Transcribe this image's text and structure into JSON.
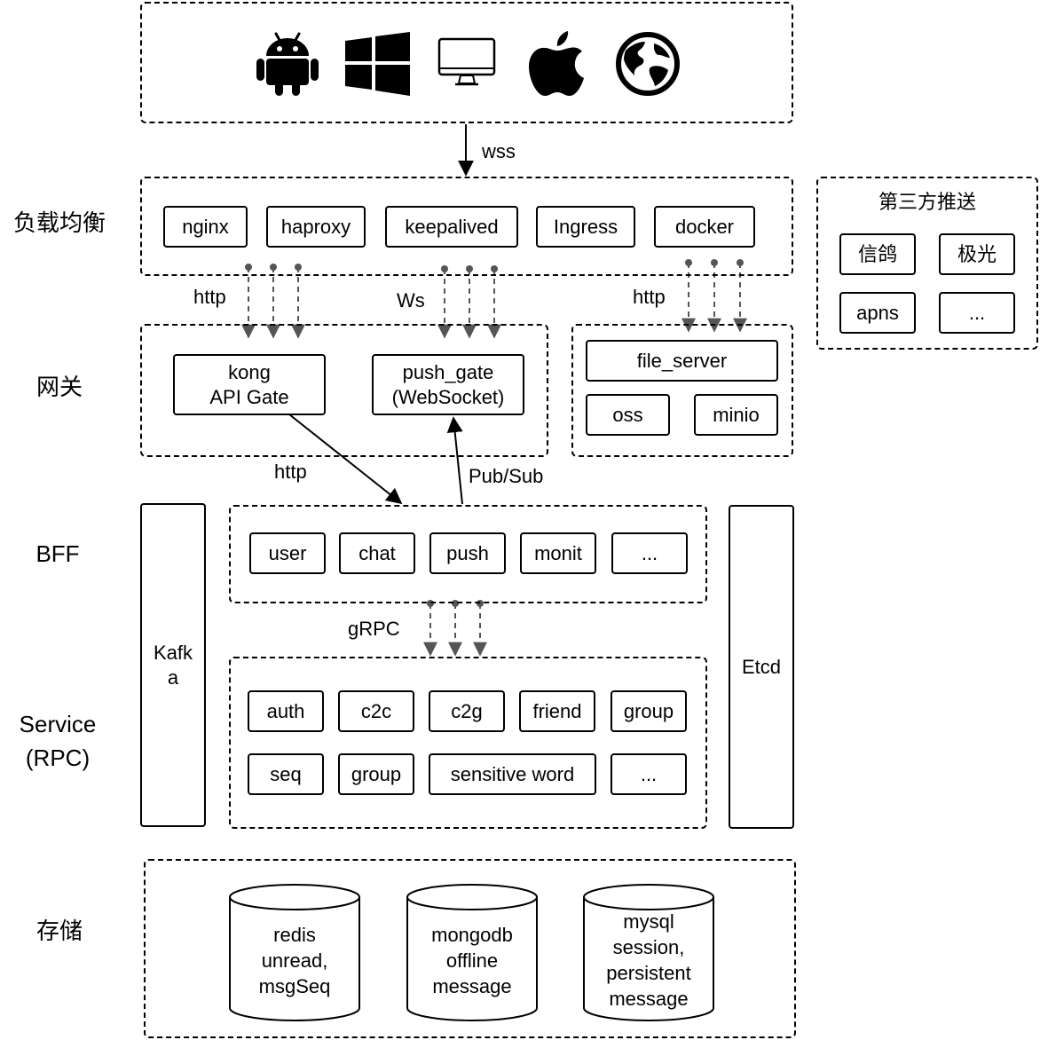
{
  "side_labels": {
    "load_balance": "负载均衡",
    "gateway": "网关",
    "bff": "BFF",
    "service": "Service\n(RPC)",
    "storage": "存储"
  },
  "clients": {
    "icons": [
      "android-icon",
      "windows-icon",
      "desktop-icon",
      "apple-icon",
      "web-globe-icon"
    ]
  },
  "edges": {
    "wss": "wss",
    "http_left": "http",
    "ws": "Ws",
    "http_right": "http",
    "http_down": "http",
    "pubsub": "Pub/Sub",
    "grpc": "gRPC"
  },
  "load_balance": {
    "items": [
      "nginx",
      "haproxy",
      "keepalived",
      "Ingress",
      "docker"
    ]
  },
  "third_party": {
    "title": "第三方推送",
    "items": [
      "信鸽",
      "极光",
      "apns",
      "..."
    ]
  },
  "gateway": {
    "kong": "kong\nAPI Gate",
    "push_gate": "push_gate\n(WebSocket)"
  },
  "file": {
    "server": "file_server",
    "oss": "oss",
    "minio": "minio"
  },
  "kafka": "Kafk\na",
  "etcd": "Etcd",
  "bff": {
    "items": [
      "user",
      "chat",
      "push",
      "monit",
      "..."
    ]
  },
  "service": {
    "row1": [
      "auth",
      "c2c",
      "c2g",
      "friend",
      "group"
    ],
    "row2": [
      "seq",
      "group",
      "sensitive word",
      "..."
    ]
  },
  "storage": {
    "redis": "redis\nunread,\nmsgSeq",
    "mongodb": "mongodb\noffline\nmessage",
    "mysql": "mysql\nsession,\npersistent\nmessage"
  }
}
